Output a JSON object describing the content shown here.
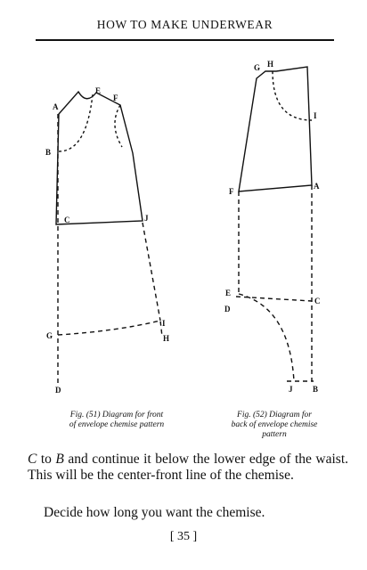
{
  "header": {
    "title": "HOW TO MAKE UNDERWEAR"
  },
  "figure_51": {
    "labels": [
      "A",
      "B",
      "C",
      "D",
      "E",
      "F",
      "G",
      "H",
      "I",
      "J"
    ],
    "caption_line1": "Fig. (51) Diagram for front",
    "caption_line2": "of envelope chemise pattern"
  },
  "figure_52": {
    "labels": [
      "G",
      "H",
      "I",
      "F",
      "A",
      "E",
      "D",
      "C",
      "J",
      "B"
    ],
    "caption_line1": "Fig. (52) Diagram for",
    "caption_line2": "back of envelope chemise",
    "caption_line3": "pattern"
  },
  "body": {
    "p1_c": "C",
    "p1_to": " to ",
    "p1_b": "B",
    "p1_rest": " and continue it below the lower edge of the waist. This will be the center-front line of the chemise.",
    "p2": "Decide how long you want the chemise."
  },
  "footer": {
    "page_number": "[ 35 ]"
  }
}
